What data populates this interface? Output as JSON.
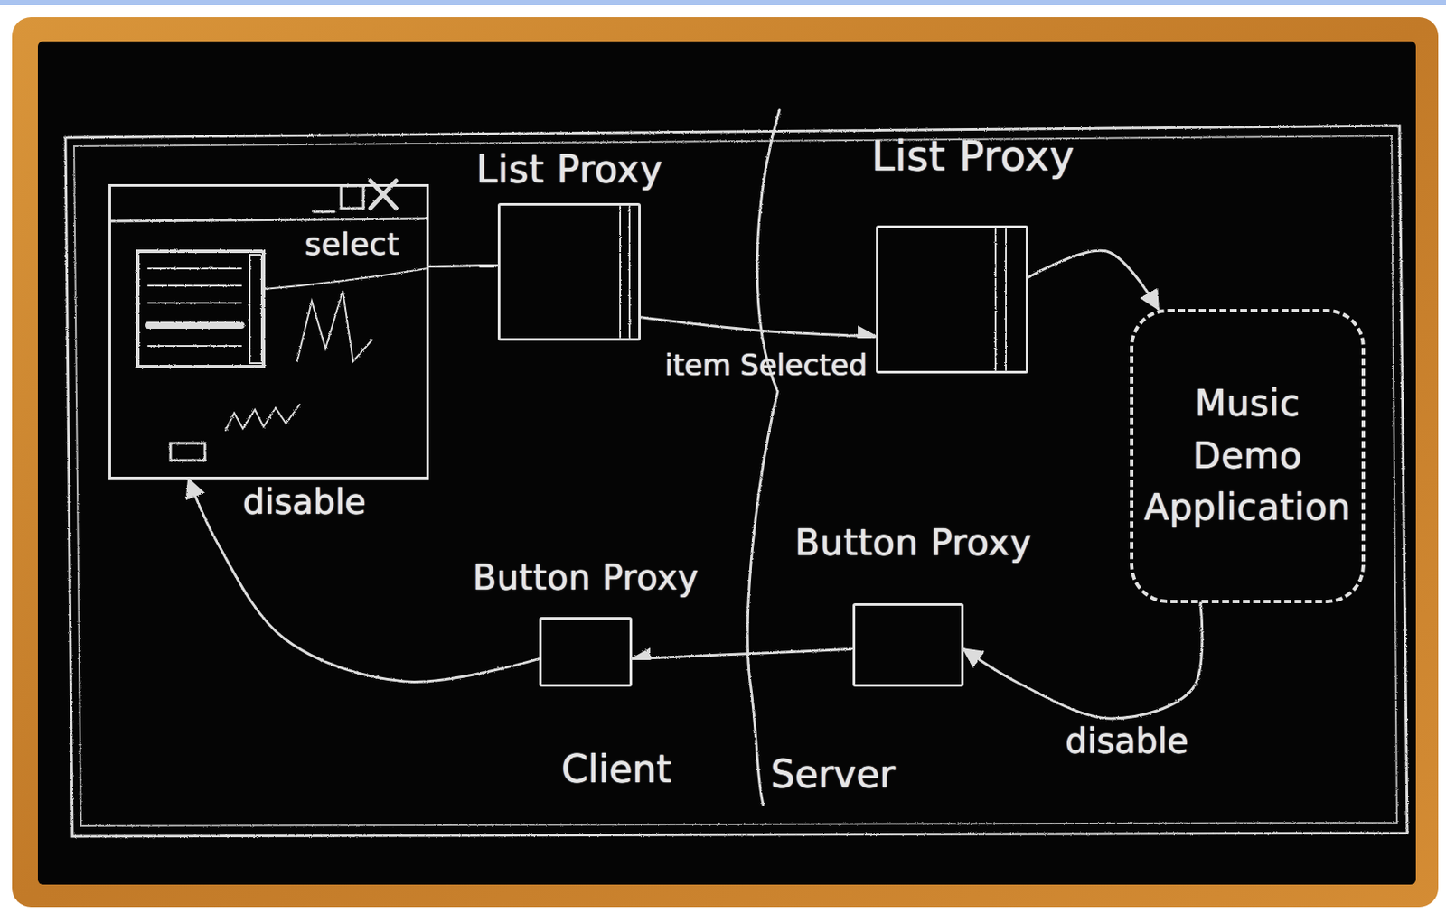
{
  "diagram": {
    "nodes": [
      {
        "text": [
          "select"
        ]
      },
      {
        "text": [
          "List Proxy"
        ]
      },
      {
        "text": [
          "List Proxy"
        ]
      },
      {
        "text": [
          "Music Demo Application"
        ]
      },
      {
        "text": [
          "Button Proxy"
        ]
      },
      {
        "text": [
          "Button Proxy"
        ]
      }
    ],
    "edges": [
      {
        "from": 0,
        "to": 1,
        "arrow": "to"
      },
      {
        "from": 1,
        "to": 2,
        "label": "item Selected",
        "arrow": "to"
      },
      {
        "from": 2,
        "to": 3,
        "arrow": "to"
      },
      {
        "from": 3,
        "to": 5,
        "label": "disable",
        "arrow": "to"
      },
      {
        "from": 5,
        "to": 4,
        "arrow": "to"
      },
      {
        "from": 4,
        "to": 0,
        "label": "disable",
        "arrow": "to"
      }
    ],
    "labels": [
      "Client",
      "Server"
    ]
  }
}
